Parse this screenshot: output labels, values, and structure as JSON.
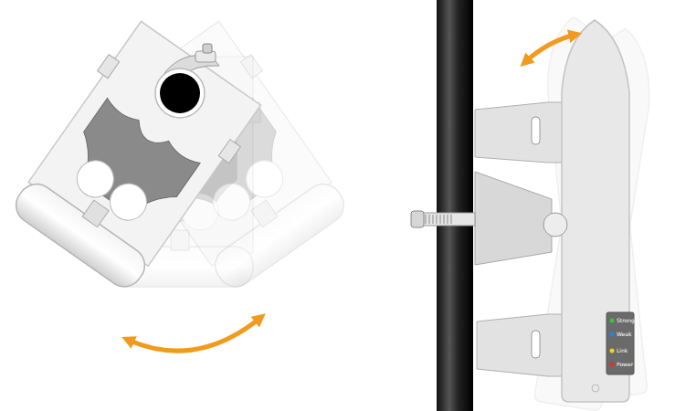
{
  "diagram": {
    "labels": [
      "Strong",
      "Weak",
      "Link",
      "Power"
    ]
  }
}
